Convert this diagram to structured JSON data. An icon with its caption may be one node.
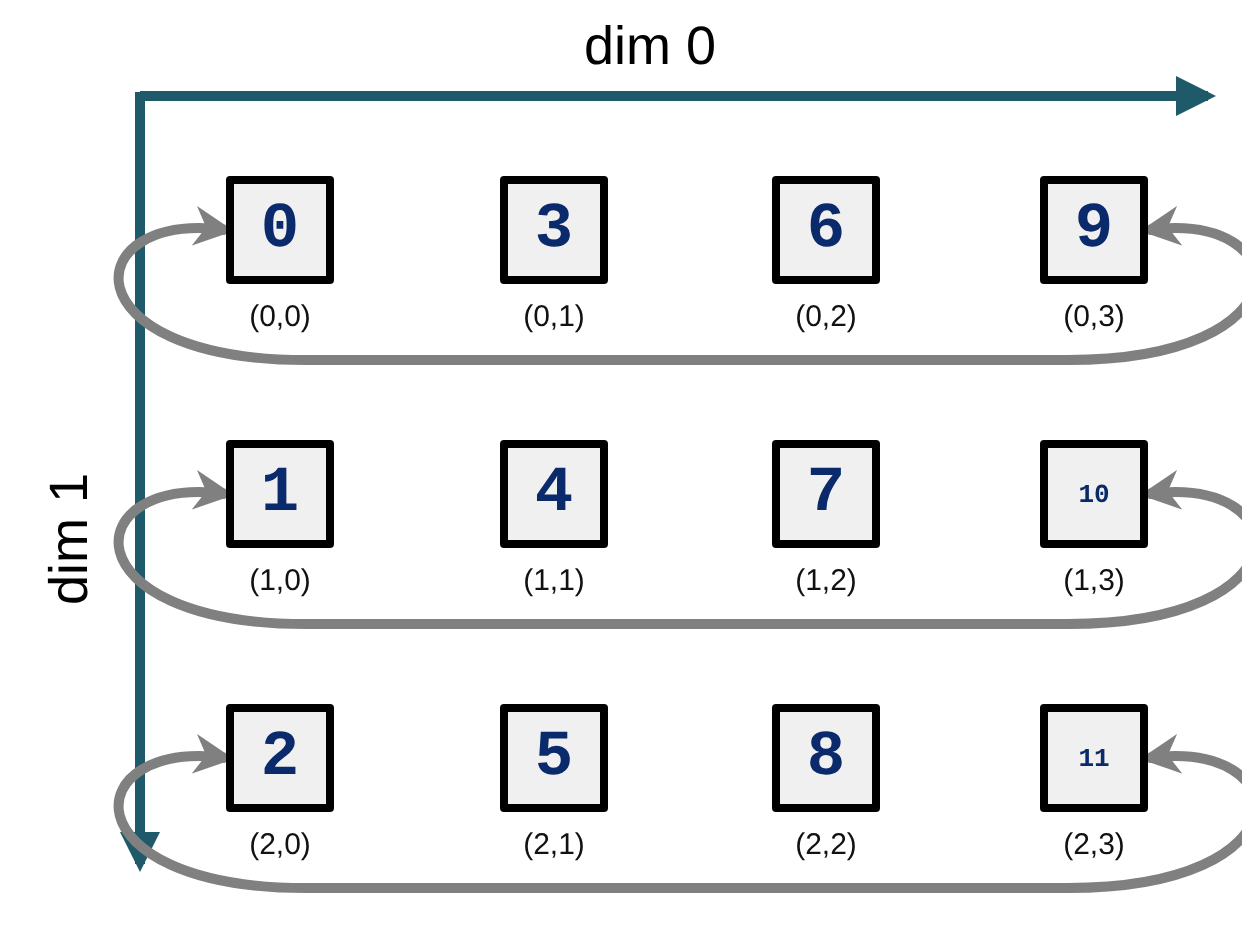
{
  "diagram": {
    "nodes": [
      {
        "text": [
          "0"
        ],
        "beside": [
          "(0,0)"
        ]
      },
      {
        "text": [
          "3"
        ],
        "beside": [
          "(0,1)"
        ]
      },
      {
        "text": [
          "6"
        ],
        "beside": [
          "(0,2)"
        ]
      },
      {
        "text": [
          "9"
        ],
        "beside": [
          "(0,3)"
        ]
      },
      {
        "text": [
          "1"
        ],
        "beside": [
          "(1,0)"
        ]
      },
      {
        "text": [
          "4"
        ],
        "beside": [
          "(1,1)"
        ]
      },
      {
        "text": [
          "7"
        ],
        "beside": [
          "(1,2)"
        ]
      },
      {
        "text": [
          "10"
        ],
        "beside": [
          "(1,3)"
        ]
      },
      {
        "text": [
          "2"
        ],
        "beside": [
          "(2,0)"
        ]
      },
      {
        "text": [
          "5"
        ],
        "beside": [
          "(2,1)"
        ]
      },
      {
        "text": [
          "8"
        ],
        "beside": [
          "(2,2)"
        ]
      },
      {
        "text": [
          "11"
        ],
        "beside": [
          "(2,3)"
        ]
      }
    ],
    "edges": [
      {
        "from": 0,
        "to": 3,
        "arrow": "both"
      },
      {
        "from": 4,
        "to": 7,
        "arrow": "both"
      },
      {
        "from": 8,
        "to": 11,
        "arrow": "both"
      }
    ],
    "labels": [
      "dim 0",
      "dim 1"
    ]
  }
}
